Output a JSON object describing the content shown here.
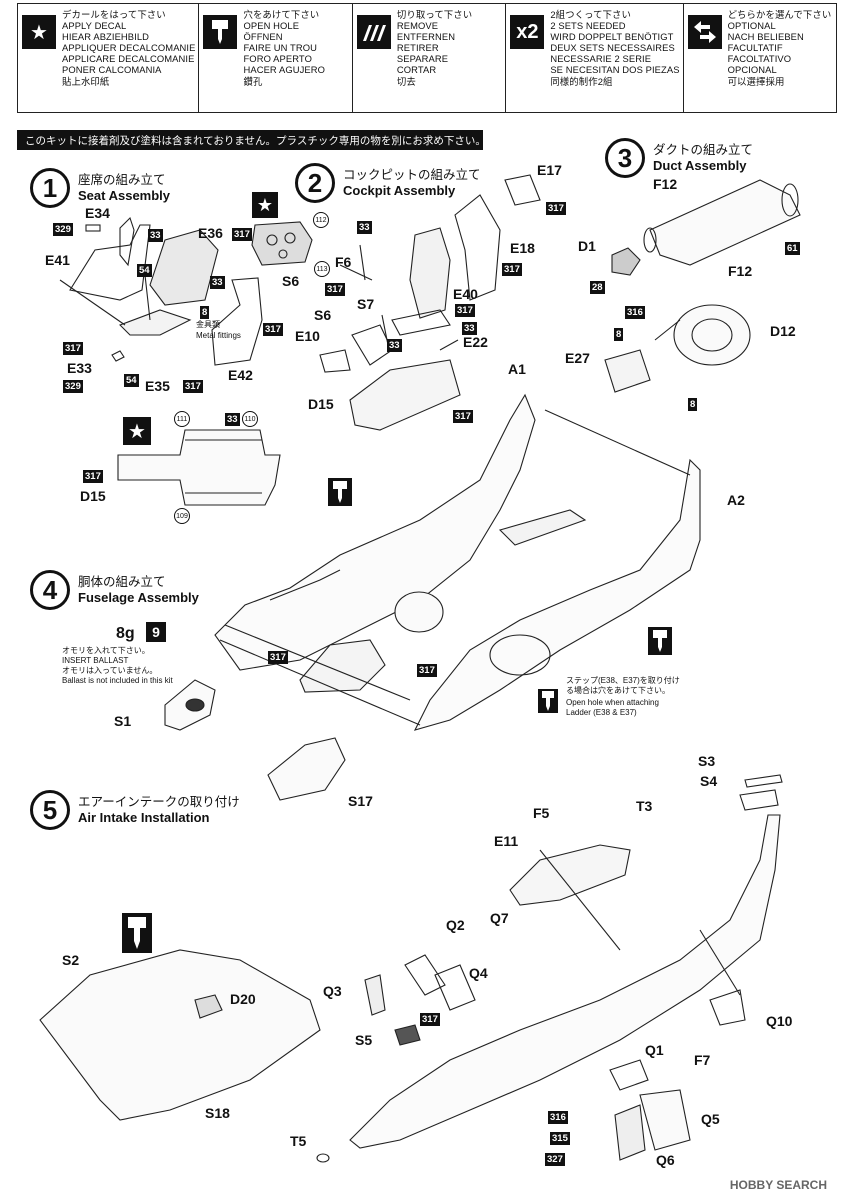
{
  "legend": [
    {
      "icon": "star-icon",
      "symbol": "★",
      "lines": [
        "デカールをはって下さい",
        "APPLY DECAL",
        "HIEAR ABZIEHBILD",
        "APPLIQUER DECALCOMANIE",
        "APPLICARE DECALCOMANIE",
        "PONER CALCOMANIA",
        "貼上水印紙"
      ]
    },
    {
      "icon": "drill-icon",
      "symbol": "",
      "lines": [
        "穴をあけて下さい",
        "OPEN HOLE",
        "ÖFFNEN",
        "FAIRE UN TROU",
        "FORO APERTO",
        "HACER AGUJERO",
        "鑽孔"
      ]
    },
    {
      "icon": "cut-icon",
      "symbol": "",
      "lines": [
        "切り取って下さい",
        "REMOVE",
        "ENTFERNEN",
        "RETIRER",
        "SEPARARE",
        "CORTAR",
        "切去"
      ]
    },
    {
      "icon": "x2-icon",
      "symbol": "x2",
      "lines": [
        "2組つくって下さい",
        "2 SETS NEEDED",
        "WIRD DOPPELT BENÖTIGT",
        "DEUX SETS NECESSAIRES",
        "NECESSARIE 2 SERIE",
        "SE NECESITAN DOS PIEZAS",
        "同様的制作2組"
      ]
    },
    {
      "icon": "optional-arrows-icon",
      "symbol": "",
      "lines": [
        "どちらかを選んで下さい",
        "OPTIONAL",
        "NACH BELIEBEN",
        "FACULTATIF",
        "FACOLTATIVO",
        "OPCIONAL",
        "可以選擇採用"
      ]
    }
  ],
  "banner": "このキットに接着剤及び塗料は含まれておりません。プラスチック専用の物を別にお求め下さい。",
  "steps": {
    "s1": {
      "num": "1",
      "jp": "座席の組み立て",
      "en": "Seat Assembly"
    },
    "s2": {
      "num": "2",
      "jp": "コックピットの組み立て",
      "en": "Cockpit Assembly"
    },
    "s3": {
      "num": "3",
      "jp": "ダクトの組み立て",
      "en": "Duct Assembly"
    },
    "s4": {
      "num": "4",
      "jp": "胴体の組み立て",
      "en": "Fuselage Assembly"
    },
    "s5": {
      "num": "5",
      "jp": "エアーインテークの取り付け",
      "en": "Air Intake Installation"
    }
  },
  "parts": {
    "E34": "E34",
    "E36": "E36",
    "E41": "E41",
    "E33": "E33",
    "E35": "E35",
    "E42": "E42",
    "S6": "S6",
    "D15": "D15",
    "E17": "E17",
    "E18": "E18",
    "F6": "F6",
    "S7": "S7",
    "S6b": "S6",
    "E40": "E40",
    "E10": "E10",
    "E22": "E22",
    "D15b": "D15",
    "A1": "A1",
    "A2": "A2",
    "F12a": "F12",
    "F12b": "F12",
    "D1": "D1",
    "D12": "D12",
    "E27": "E27",
    "S1": "S1",
    "S17": "S17",
    "S3": "S3",
    "S4": "S4",
    "F5": "F5",
    "T3": "T3",
    "E11": "E11",
    "Q7": "Q7",
    "Q2": "Q2",
    "Q3": "Q3",
    "Q4": "Q4",
    "S5": "S5",
    "Q1": "Q1",
    "F7": "F7",
    "Q10": "Q10",
    "Q5": "Q5",
    "Q6": "Q6",
    "T5": "T5",
    "S2": "S2",
    "D20": "D20",
    "S18": "S18"
  },
  "colors": {
    "c329a": "329",
    "c33a": "33",
    "c317a": "317",
    "c54a": "54",
    "c8a": "8",
    "c317b": "317",
    "c317c": "317",
    "c329b": "329",
    "c54b": "54",
    "c317d": "317",
    "c317e": "317",
    "c33b": "33",
    "c317f": "317",
    "c33c": "33",
    "c317g": "317",
    "c317h": "317",
    "c317i": "317",
    "c33d": "33",
    "c33e": "33",
    "c317j": "317",
    "c317k": "317",
    "c317l": "317",
    "c61": "61",
    "c28": "28",
    "c316a": "316",
    "c8b": "8",
    "c8c": "8",
    "c317m": "317",
    "c317n": "317",
    "c33f": "33",
    "c316b": "316",
    "c315": "315",
    "c327": "327"
  },
  "colorcircles": {
    "n112": "112",
    "n113": "113",
    "n111": "111",
    "n110": "110",
    "n109": "109"
  },
  "notes": {
    "metal_jp": "金具類",
    "metal_en": "Metal fittings",
    "ballast_weight": "8g",
    "ballast_box": "9",
    "ballast_jp": "オモリを入れて下さい。",
    "ballast_en": "INSERT BALLAST",
    "ballast_jp2": "オモリは入っていません。",
    "ballast_en2": "Ballast is not included in this kit",
    "ladder_jp1": "ステップ(E38、E37)を取り付け",
    "ladder_jp2": "る場合は穴をあけて下さい。",
    "ladder_en1": "Open hole when attaching",
    "ladder_en2": "Ladder (E38 & E37)"
  },
  "watermark": "HOBBY SEARCH"
}
